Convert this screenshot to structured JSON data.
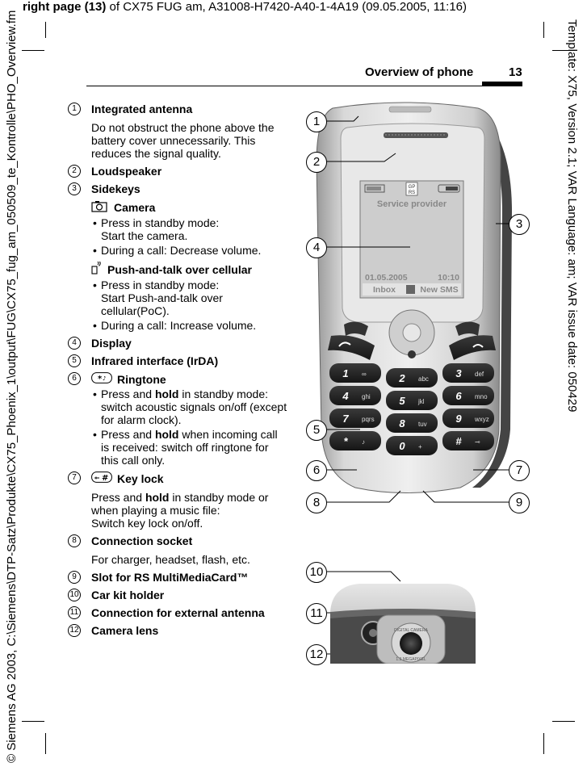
{
  "header": {
    "bold_part": "right page (13)",
    "rest": " of CX75 FUG am, A31008-H7420-A40-1-4A19 (09.05.2005, 11:16)"
  },
  "side_right": "Template: X75, Version 2.1; VAR Language: am; VAR issue date: 050429",
  "side_left": "© Siemens AG 2003, C:\\Siemens\\DTP-Satz\\Produkte\\CX75_Phoenix_1\\output\\FUG\\CX75_fug_am_050509_te_Kontrolle\\PHO_Overview.fm",
  "running_head": {
    "title": "Overview of phone",
    "page": "13"
  },
  "items": [
    {
      "n": "1",
      "title": "Integrated antenna",
      "text": "Do not obstruct the phone above the battery cover unnecessarily. This reduces the signal quality."
    },
    {
      "n": "2",
      "title": "Loudspeaker"
    },
    {
      "n": "3",
      "title": "Sidekeys",
      "sub1_title": "Camera",
      "sub1_b1_a": "Press in standby mode:",
      "sub1_b1_b": "Start the camera.",
      "sub1_b2": "During a call: Decrease volume.",
      "sub2_title": "Push-and-talk over cellular",
      "sub2_b1_a": "Press in standby mode:",
      "sub2_b1_b": "Start Push-and-talk over cellular(PoC).",
      "sub2_b2": "During a call: Increase volume."
    },
    {
      "n": "4",
      "title": "Display"
    },
    {
      "n": "5",
      "title": "Infrared interface (IrDA)"
    },
    {
      "n": "6",
      "title": "Ringtone",
      "b1_pre": "Press and ",
      "b1_bold": "hold",
      "b1_post": " in standby mode: switch acoustic signals on/off (except for alarm clock).",
      "b2_pre": "Press and ",
      "b2_bold": "hold",
      "b2_post": " when incoming call is received: switch off ringtone for this call only."
    },
    {
      "n": "7",
      "title": "Key lock",
      "t_pre": "Press and ",
      "t_bold": "hold",
      "t_post": " in standby mode or when playing a music file:",
      "t_line2": "Switch key lock on/off."
    },
    {
      "n": "8",
      "title": "Connection socket",
      "text": "For charger, headset, flash, etc."
    },
    {
      "n": "9",
      "title": "Slot for RS MultiMediaCard™"
    },
    {
      "n": "10",
      "title": "Car kit holder"
    },
    {
      "n": "11",
      "title": "Connection for external antenna"
    },
    {
      "n": "12",
      "title": "Camera lens"
    }
  ],
  "phone": {
    "gprs_top": "GP",
    "gprs_bottom": "RS",
    "provider": "Service provider",
    "date": "01.05.2005",
    "time": "10:10",
    "softkey_left": "Inbox",
    "softkey_right": "New SMS",
    "keys": [
      {
        "d": "1",
        "l": "∞"
      },
      {
        "d": "2",
        "l": "abc"
      },
      {
        "d": "3",
        "l": "def"
      },
      {
        "d": "4",
        "l": "ghi"
      },
      {
        "d": "5",
        "l": "jkl"
      },
      {
        "d": "6",
        "l": "mno"
      },
      {
        "d": "7",
        "l": "pqrs"
      },
      {
        "d": "8",
        "l": "tuv"
      },
      {
        "d": "9",
        "l": "wxyz"
      },
      {
        "d": "*",
        "l": "♪"
      },
      {
        "d": "0",
        "l": "+"
      },
      {
        "d": "#",
        "l": "⊸"
      }
    ]
  },
  "camera": {
    "ring_top": "DIGITAL CAMERA",
    "ring_bottom": "1.3 MEGAPIXEL"
  },
  "callouts": [
    "1",
    "2",
    "3",
    "4",
    "5",
    "6",
    "7",
    "8",
    "9",
    "10",
    "11",
    "12"
  ]
}
